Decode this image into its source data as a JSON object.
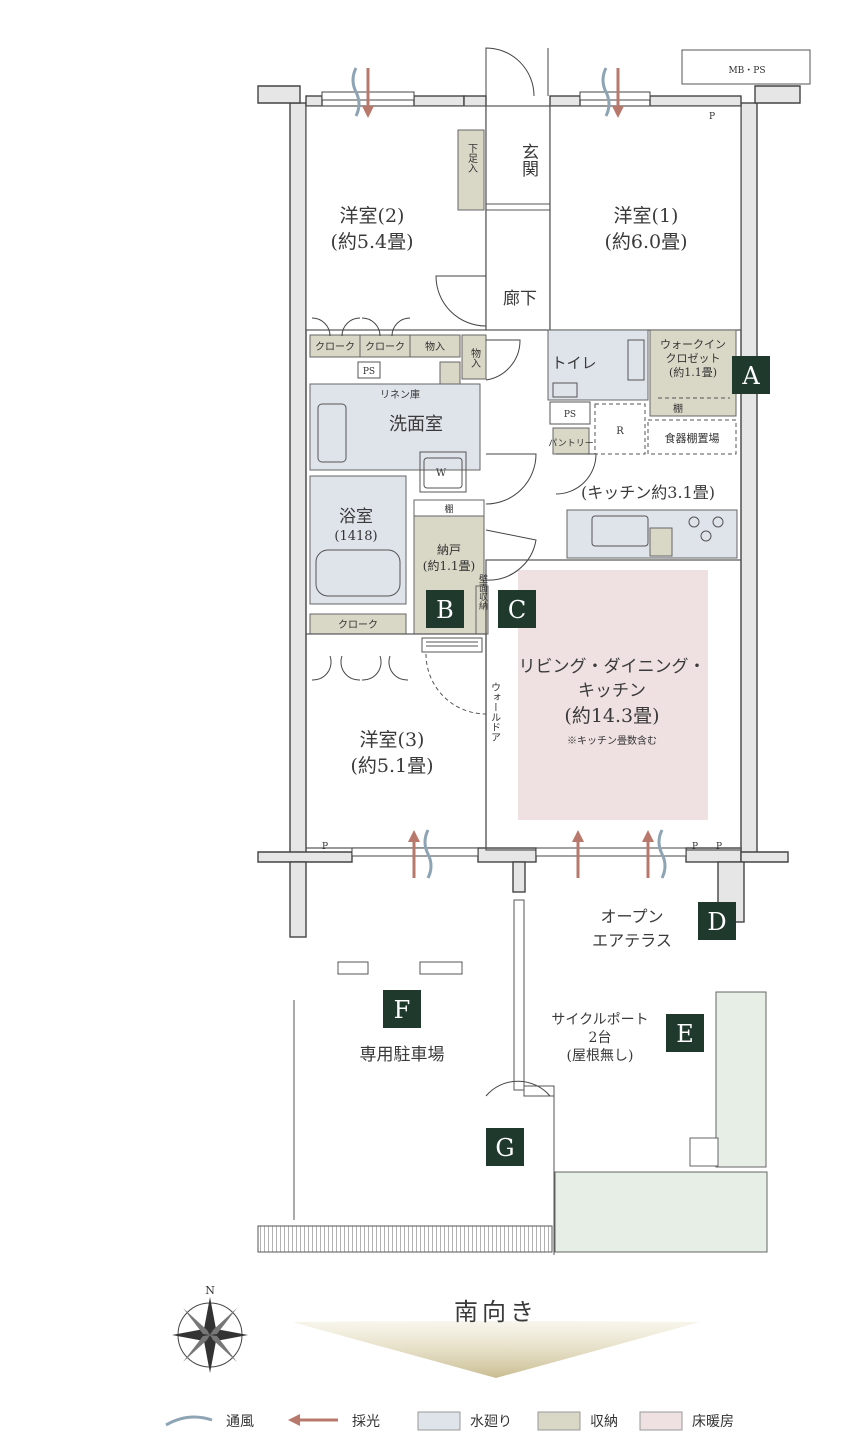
{
  "rooms": {
    "western2": {
      "name": "洋室(2)",
      "size": "(約5.4畳)"
    },
    "western1": {
      "name": "洋室(1)",
      "size": "(約6.0畳)"
    },
    "western3": {
      "name": "洋室(3)",
      "size": "(約5.1畳)"
    },
    "entrance": "玄関",
    "shoe": "下足入",
    "hallway": "廊下",
    "toilet": "トイレ",
    "walkin": {
      "line1": "ウォークイン",
      "line2": "クロゼット",
      "line3": "(約1.1畳)"
    },
    "shelf": "棚",
    "washroom": "洗面室",
    "linen": "リネン庫",
    "bath": {
      "name": "浴室",
      "size": "(1418)"
    },
    "storeroom": {
      "name": "納戸",
      "size": "(約1.1畳)"
    },
    "wall_storage": "壁面収納",
    "kitchen": "(キッチン約3.1畳)",
    "pantry": "パントリー",
    "dish_shelf": "食器棚置場",
    "ldk": {
      "line1": "リビング・ダイニング・",
      "line2": "キッチン",
      "size": "(約14.3畳)",
      "note": "※キッチン畳数含む"
    },
    "wall_door": "ウォールドア",
    "terrace": {
      "line1": "オープン",
      "line2": "エアテラス"
    },
    "cycle": {
      "line1": "サイクルポート",
      "line2": "2台",
      "line3": "(屋根無し)"
    },
    "parking": "専用駐車場"
  },
  "small_labels": {
    "closet": "クローク",
    "storage": "物入",
    "ps": "PS",
    "mbps": "MB・PS",
    "p": "P",
    "r": "R",
    "w": "W"
  },
  "badges": [
    "A",
    "B",
    "C",
    "D",
    "E",
    "F",
    "G"
  ],
  "orientation": {
    "text": "南向き",
    "north": "N"
  },
  "legend": [
    {
      "label": "通風",
      "kind": "wind",
      "color": "#8da4b4"
    },
    {
      "label": "採光",
      "kind": "light",
      "color": "#b9786c"
    },
    {
      "label": "水廻り",
      "kind": "swatch",
      "color": "#dfe3ea"
    },
    {
      "label": "収納",
      "kind": "swatch",
      "color": "#d9d7c6"
    },
    {
      "label": "床暖房",
      "kind": "swatch",
      "color": "#efe1e1"
    }
  ],
  "colors": {
    "badge": "#1f3a2c",
    "wall": "#e6e6e6",
    "heat": "#efe1e1",
    "water": "#dfe3ea",
    "storage": "#d9d7c6"
  }
}
